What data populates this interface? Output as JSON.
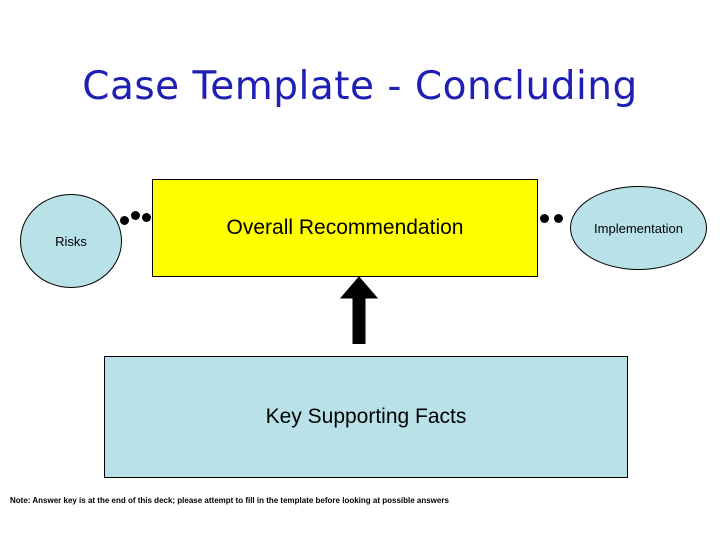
{
  "slide": {
    "title": "Case Template - Concluding",
    "title_color": "#1f1fb4",
    "background": "#ffffff"
  },
  "shapes": {
    "risks": {
      "label": "Risks",
      "type": "ellipse",
      "fill": "#b8e2e8"
    },
    "recommendation": {
      "label": "Overall Recommendation",
      "type": "rectangle",
      "fill": "#ffff00"
    },
    "implementation": {
      "label": "Implementation",
      "type": "ellipse",
      "fill": "#b8e2e8"
    },
    "supporting_facts": {
      "label": "Key Supporting Facts",
      "type": "rectangle",
      "fill": "#b8e2e8"
    }
  },
  "connectors": {
    "arrow_up": "arrow-up-icon",
    "left_dots": 3,
    "right_dots": 2
  },
  "note": {
    "text": "Note:  Answer key is at the end of this deck; please attempt to fill in the template before looking at possible answers"
  }
}
